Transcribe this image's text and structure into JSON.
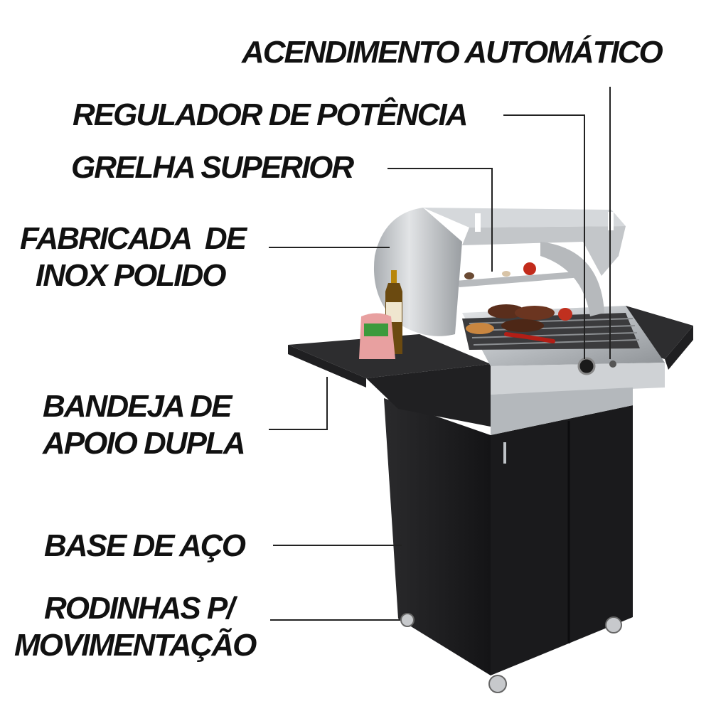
{
  "colors": {
    "text": "#111111",
    "line": "#222222",
    "steel": "#c9cdd1",
    "cabinet": "#1c1c1e",
    "shelf": "#2b2b2d"
  },
  "callouts": {
    "acendimento": "ACENDIMENTO AUTOMÁTICO",
    "regulador": "REGULADOR DE POTÊNCIA",
    "grelha": "GRELHA SUPERIOR",
    "inox": [
      "FABRICADA  DE",
      "INOX POLIDO"
    ],
    "bandeja": [
      "BANDEJA DE",
      "APOIO DUPLA"
    ],
    "base": "BASE DE AÇO",
    "rodinhas": [
      "RODINHAS P/",
      "MOVIMENTAÇÃO"
    ]
  }
}
